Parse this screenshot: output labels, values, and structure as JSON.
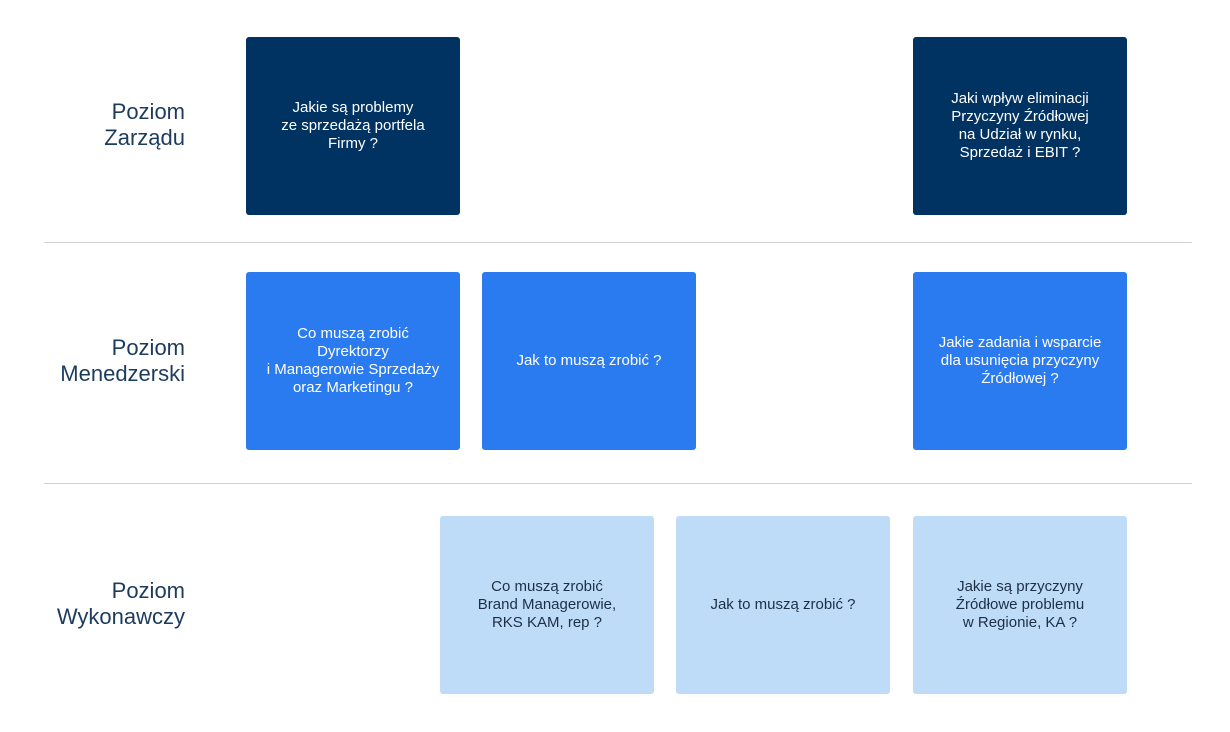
{
  "rows": [
    {
      "label_line1": "Poziom",
      "label_line2": "Zarządu",
      "boxes": [
        {
          "text": "Jakie są problemy\nze sprzedażą portfela\nFirmy ?"
        },
        {
          "text": "Jaki wpływ eliminacji\nPrzyczyny Źródłowej\nna Udział w rynku,\nSprzedaż i EBIT ?"
        }
      ]
    },
    {
      "label_line1": "Poziom",
      "label_line2": "Menedzerski",
      "boxes": [
        {
          "text": "Co muszą zrobić\nDyrektorzy\ni Managerowie Sprzedaży\noraz Marketingu ?"
        },
        {
          "text": "Jak to muszą zrobić ?"
        },
        {
          "text": "Jakie zadania i wsparcie\ndla usunięcia przyczyny\nŹródłowej ?"
        }
      ]
    },
    {
      "label_line1": "Poziom",
      "label_line2": "Wykonawczy",
      "boxes": [
        {
          "text": "Co muszą zrobić\nBrand Managerowie,\nRKS KAM, rep ?"
        },
        {
          "text": "Jak to muszą zrobić ?"
        },
        {
          "text": "Jakie są przyczyny\nŹródłowe problemu\nw Regionie, KA ?"
        }
      ]
    }
  ],
  "colors": {
    "top_level": "#003262",
    "middle_level": "#2a7af0",
    "bottom_level": "#bedcf7",
    "label_text": "#1c3c5e",
    "divider": "#cfd3d8"
  }
}
